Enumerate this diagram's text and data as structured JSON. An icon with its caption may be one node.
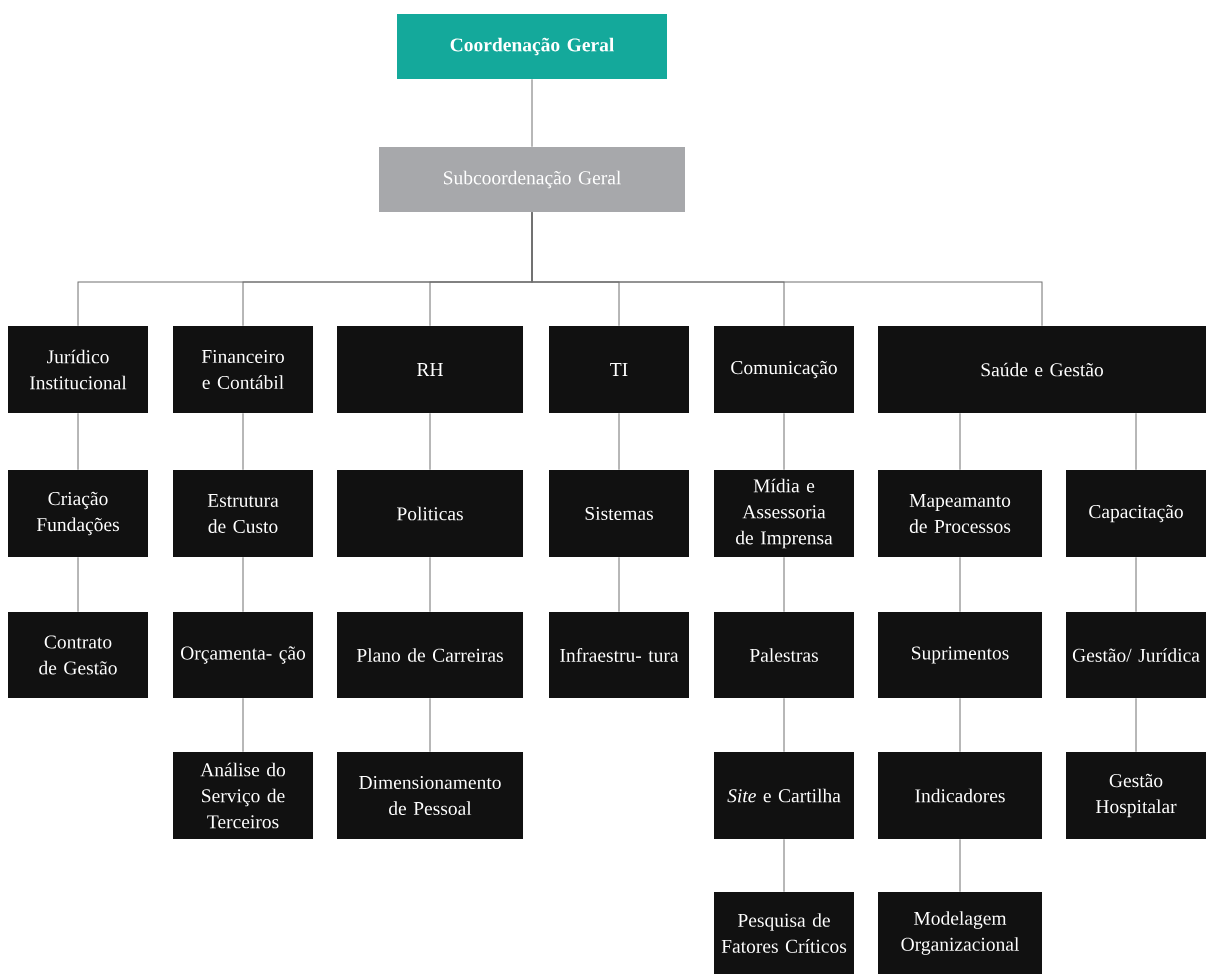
{
  "diagram": {
    "nodes": [
      {
        "text": [
          "Coordenação Geral"
        ]
      },
      {
        "text": [
          "Subcoordenação Geral"
        ]
      },
      {
        "text": [
          "Jurídico Institucional"
        ]
      },
      {
        "text": [
          "Financeiro e Contábil"
        ]
      },
      {
        "text": [
          "RH"
        ]
      },
      {
        "text": [
          "TI"
        ]
      },
      {
        "text": [
          "Comunicação"
        ]
      },
      {
        "text": [
          "Saúde e Gestão"
        ]
      },
      {
        "text": [
          "Criação Fundações"
        ]
      },
      {
        "text": [
          "Estrutura de Custo"
        ]
      },
      {
        "text": [
          "Politicas"
        ]
      },
      {
        "text": [
          "Sistemas"
        ]
      },
      {
        "text": [
          "Mídia e Assessoria de Imprensa"
        ]
      },
      {
        "text": [
          "Mapeamanto de Processos"
        ]
      },
      {
        "text": [
          "Capacitação"
        ]
      },
      {
        "text": [
          "Contrato de Gestão"
        ]
      },
      {
        "text": [
          "Orçamenta- ção"
        ]
      },
      {
        "text": [
          "Plano de Carreiras"
        ]
      },
      {
        "text": [
          "Infraestru- tura"
        ]
      },
      {
        "text": [
          "Palestras"
        ]
      },
      {
        "text": [
          "Suprimentos"
        ]
      },
      {
        "text": [
          "Gestão/ Jurídica"
        ]
      },
      {
        "text": [
          "Análise do Serviço de Terceiros"
        ]
      },
      {
        "text": [
          "Dimensionamento de Pessoal"
        ]
      },
      {
        "text": [
          "*Site* e Cartilha"
        ]
      },
      {
        "text": [
          "Indicadores"
        ]
      },
      {
        "text": [
          "Gestão Hospitalar"
        ]
      },
      {
        "text": [
          "Pesquisa de Fatores Críticos"
        ]
      },
      {
        "text": [
          "Modelagem Organizacional"
        ]
      }
    ],
    "edges": [
      {
        "from": 0,
        "to": 1,
        "arrow": "none"
      },
      {
        "from": 1,
        "to": 2,
        "arrow": "none"
      },
      {
        "from": 1,
        "to": 3,
        "arrow": "none"
      },
      {
        "from": 1,
        "to": 4,
        "arrow": "none"
      },
      {
        "from": 1,
        "to": 5,
        "arrow": "none"
      },
      {
        "from": 1,
        "to": 6,
        "arrow": "none"
      },
      {
        "from": 1,
        "to": 7,
        "arrow": "none"
      },
      {
        "from": 2,
        "to": 8,
        "arrow": "none"
      },
      {
        "from": 8,
        "to": 15,
        "arrow": "none"
      },
      {
        "from": 3,
        "to": 9,
        "arrow": "none"
      },
      {
        "from": 9,
        "to": 16,
        "arrow": "none"
      },
      {
        "from": 16,
        "to": 22,
        "arrow": "none"
      },
      {
        "from": 4,
        "to": 10,
        "arrow": "none"
      },
      {
        "from": 10,
        "to": 17,
        "arrow": "none"
      },
      {
        "from": 17,
        "to": 23,
        "arrow": "none"
      },
      {
        "from": 5,
        "to": 11,
        "arrow": "none"
      },
      {
        "from": 11,
        "to": 18,
        "arrow": "none"
      },
      {
        "from": 6,
        "to": 12,
        "arrow": "none"
      },
      {
        "from": 12,
        "to": 19,
        "arrow": "none"
      },
      {
        "from": 19,
        "to": 24,
        "arrow": "none"
      },
      {
        "from": 24,
        "to": 27,
        "arrow": "none"
      },
      {
        "from": 7,
        "to": 13,
        "arrow": "none"
      },
      {
        "from": 13,
        "to": 20,
        "arrow": "none"
      },
      {
        "from": 20,
        "to": 25,
        "arrow": "none"
      },
      {
        "from": 25,
        "to": 28,
        "arrow": "none"
      },
      {
        "from": 7,
        "to": 14,
        "arrow": "none"
      },
      {
        "from": 14,
        "to": 21,
        "arrow": "none"
      },
      {
        "from": 21,
        "to": 26,
        "arrow": "none"
      }
    ]
  }
}
